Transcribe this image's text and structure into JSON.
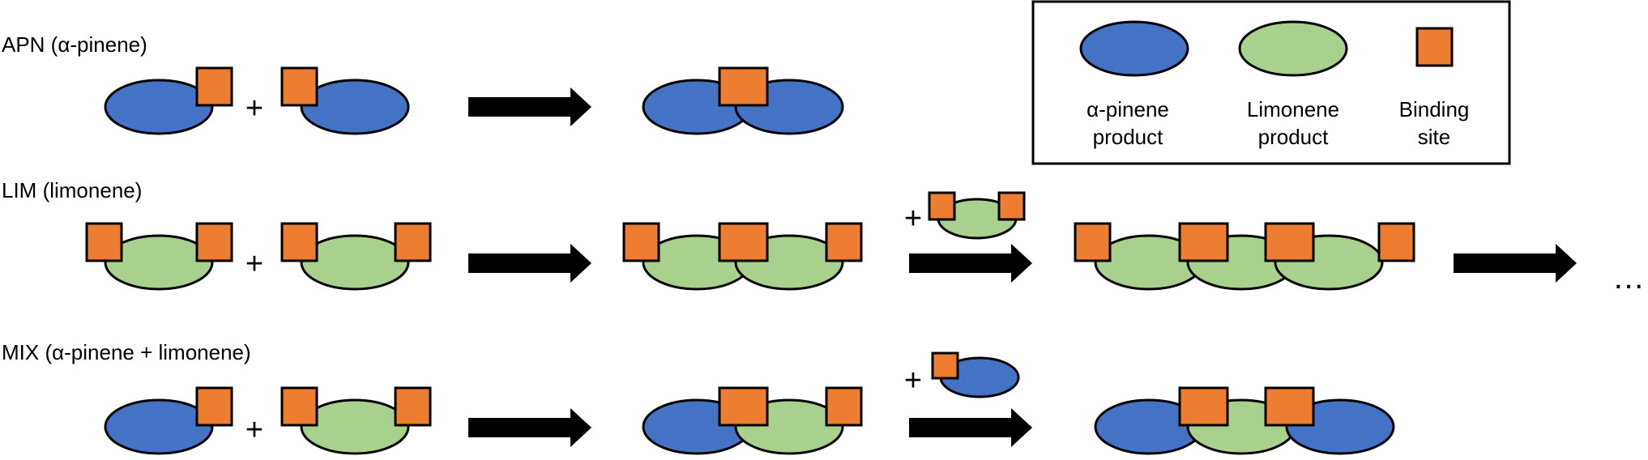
{
  "colors": {
    "apn": "#4472C4",
    "lim": "#A9D18E",
    "site": "#ED7D31",
    "stroke": "#000000"
  },
  "rows": {
    "apn": {
      "label": "APN (α-pinene)"
    },
    "lim": {
      "label": "LIM (limonene)"
    },
    "mix": {
      "label": "MIX (α-pinene + limonene)"
    }
  },
  "operators": {
    "plus": "+",
    "ellipsis": "…"
  },
  "legend": {
    "apn": {
      "line1": "α-pinene",
      "line2": "product",
      "icon": "blue-ellipse"
    },
    "lim": {
      "line1": "Limonene",
      "line2": "product",
      "icon": "green-ellipse"
    },
    "site": {
      "line1": "Binding",
      "line2": "site",
      "icon": "orange-square"
    }
  }
}
